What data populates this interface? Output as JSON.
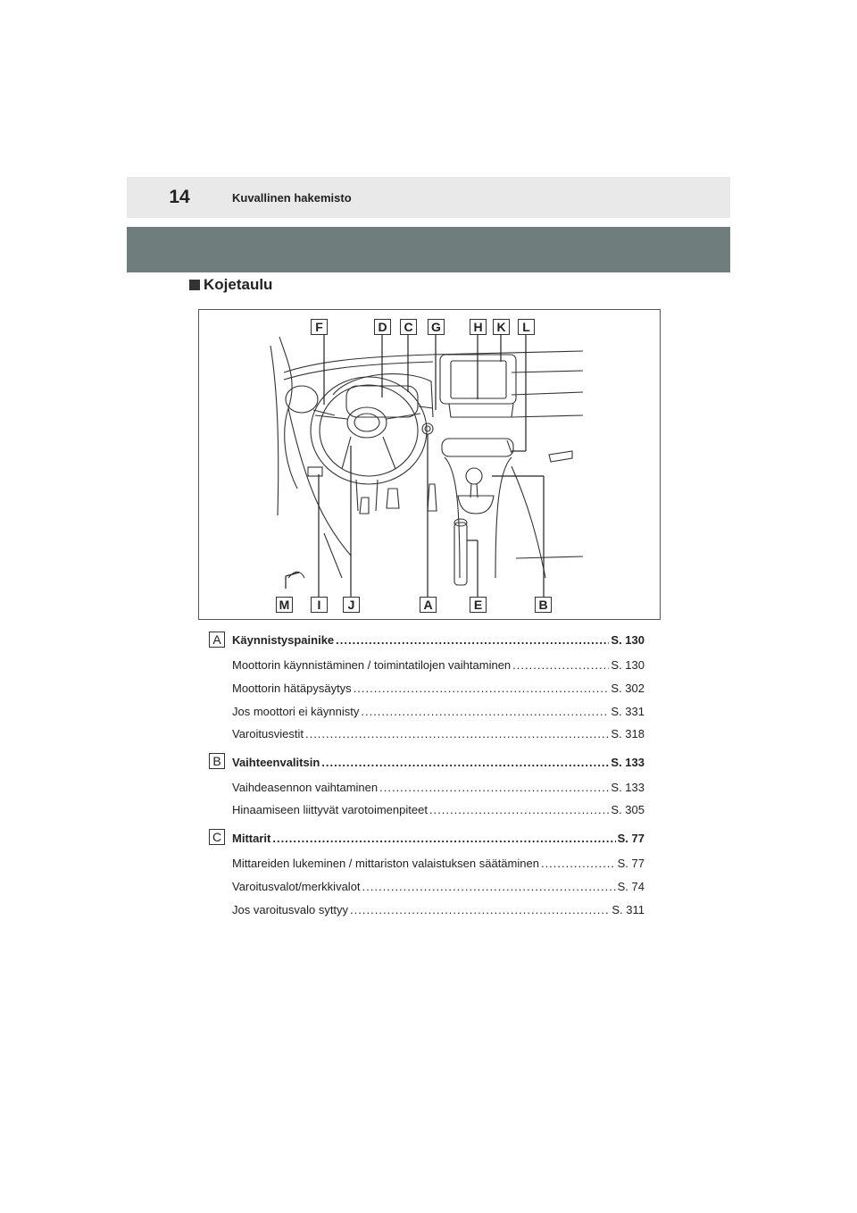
{
  "header": {
    "page_number": "14",
    "title": "Kuvallinen hakemisto"
  },
  "section_title": "Kojetaulu",
  "figure": {
    "top_labels": [
      "F",
      "D",
      "C",
      "G",
      "H",
      "K",
      "L"
    ],
    "bottom_labels": [
      "M",
      "I",
      "J",
      "A",
      "E",
      "B"
    ]
  },
  "groups": [
    {
      "letter": "A",
      "main": {
        "text": "Käynnistyspainike",
        "ref": "S. 130"
      },
      "items": [
        {
          "text": "Moottorin käynnistäminen / toimintatilojen vaihtaminen",
          "ref": "S. 130"
        },
        {
          "text": "Moottorin hätäpysäytys",
          "ref": "S. 302"
        },
        {
          "text": "Jos moottori ei käynnisty",
          "ref": "S. 331"
        },
        {
          "text": "Varoitusviestit",
          "ref": "S. 318"
        }
      ]
    },
    {
      "letter": "B",
      "main": {
        "text": "Vaihteenvalitsin",
        "ref": "S. 133"
      },
      "items": [
        {
          "text": "Vaihdeasennon vaihtaminen",
          "ref": "S. 133"
        },
        {
          "text": "Hinaamiseen liittyvät varotoimenpiteet",
          "ref": "S. 305"
        }
      ]
    },
    {
      "letter": "C",
      "main": {
        "text": "Mittarit",
        "ref": "S. 77"
      },
      "items": [
        {
          "text": "Mittareiden lukeminen / mittariston valaistuksen säätäminen",
          "ref": "S. 77"
        },
        {
          "text": "Varoitusvalot/merkkivalot",
          "ref": "S. 74"
        },
        {
          "text": "Jos varoitusvalo syttyy",
          "ref": "S. 311"
        }
      ]
    }
  ]
}
